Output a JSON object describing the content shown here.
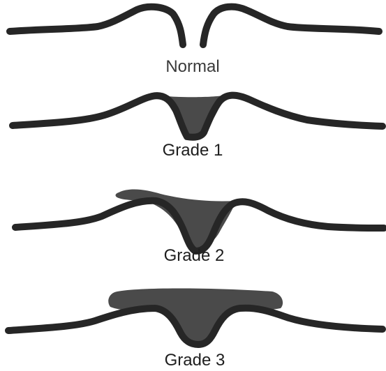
{
  "panels": [
    {
      "label": "Normal"
    },
    {
      "label": "Grade 1"
    },
    {
      "label": "Grade 2"
    },
    {
      "label": "Grade 3"
    }
  ],
  "colors": {
    "outline": "#262626",
    "fill": "#4a4a4a",
    "text": "#1e1e1e"
  }
}
